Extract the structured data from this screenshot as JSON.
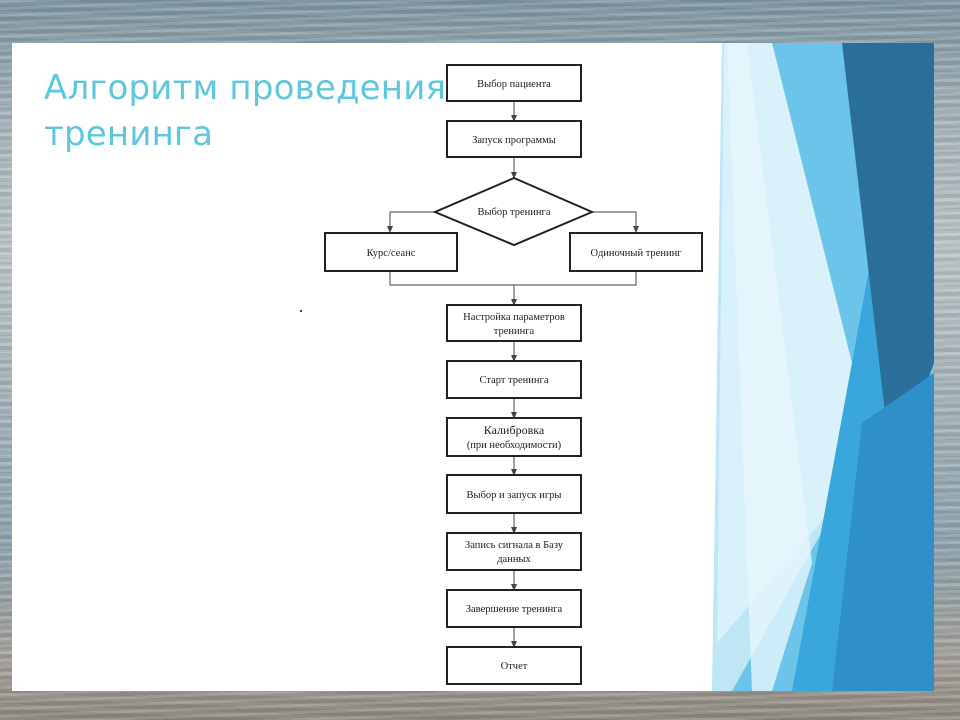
{
  "slide": {
    "title_line1": "Алгоритм проведения",
    "title_line2": "тренинга"
  },
  "flowchart": {
    "nodes": {
      "select_patient": "Выбор пациента",
      "launch_program": "Запуск программы",
      "choose_training": "Выбор тренинга",
      "course_session": "Курс/сеанс",
      "single_training": "Одиночный тренинг",
      "setup_params_l1": "Настройка параметров",
      "setup_params_l2": "тренинга",
      "start_training": "Старт тренинга",
      "calibration_l1": "Калибровка",
      "calibration_l2": "(при необходимости)",
      "choose_game": "Выбор и запуск игры",
      "record_signal_l1": "Запись сигнала в Базу",
      "record_signal_l2": "данных",
      "finish_training": "Завершение тренинга",
      "report": "Отчет"
    }
  },
  "colors": {
    "title": "#5ec6dd",
    "shape_light": "#a6dcf0",
    "shape_mid": "#4fb3e0",
    "shape_dark": "#2a6e9a",
    "flow_stroke": "#222222"
  }
}
